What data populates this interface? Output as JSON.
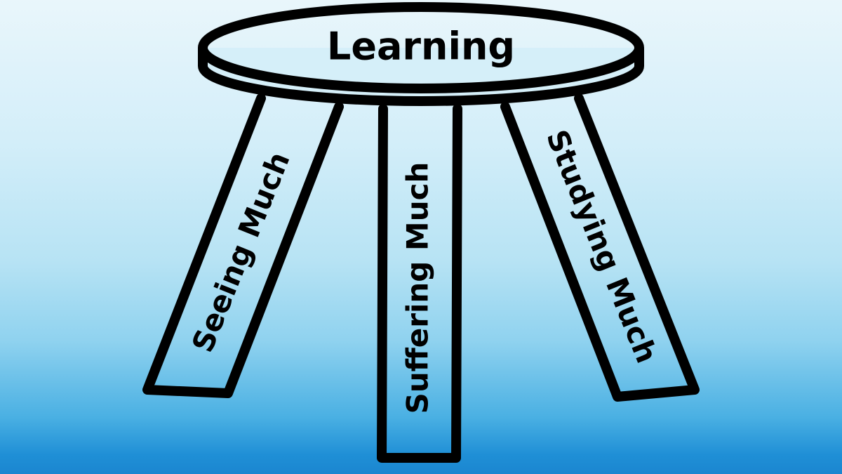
{
  "diagram": {
    "seat_label": "Learning",
    "legs": [
      {
        "label": "Seeing Much"
      },
      {
        "label": "Suffering Much"
      },
      {
        "label": "Studying Much"
      }
    ]
  }
}
